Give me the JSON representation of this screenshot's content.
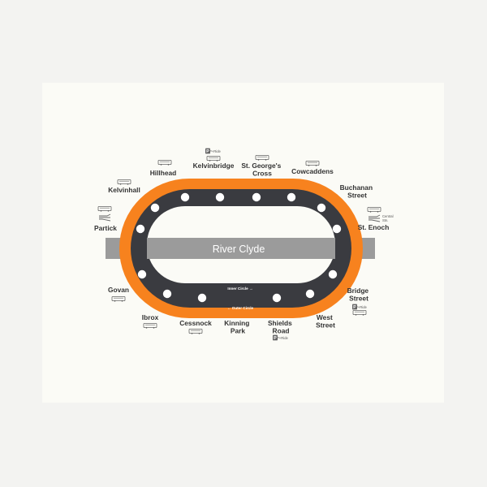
{
  "map": {
    "river_label": "River Clyde",
    "inner_circle_label": "Inner Circle →",
    "outer_circle_label": "← Outer Circle",
    "park_ride_label": "P+Ride",
    "central_label": "Central",
    "central_stn_label": "Stn.",
    "colors": {
      "outer_circle": "#f7821e",
      "inner_circle": "#3a3b40",
      "river": "#9b9b9b",
      "station_dot": "#ffffff",
      "background": "#fbfbf6"
    }
  },
  "stations": [
    {
      "id": "hillhead",
      "lines": [
        "Hillhead"
      ],
      "icons": [
        "bus-icon"
      ]
    },
    {
      "id": "kelvinbridge",
      "lines": [
        "Kelvinbridge"
      ],
      "icons": [
        "park-ride-icon",
        "bus-icon"
      ]
    },
    {
      "id": "st-georges-cross",
      "lines": [
        "St. George's",
        "Cross"
      ],
      "icons": [
        "bus-icon"
      ]
    },
    {
      "id": "cowcaddens",
      "lines": [
        "Cowcaddens"
      ],
      "icons": [
        "bus-icon"
      ]
    },
    {
      "id": "buchanan-street",
      "lines": [
        "Buchanan",
        "Street"
      ],
      "icons": [
        "bus-icon"
      ]
    },
    {
      "id": "st-enoch",
      "lines": [
        "St. Enoch"
      ],
      "icons": [
        "rail-icon",
        "bus-icon"
      ]
    },
    {
      "id": "bridge-street",
      "lines": [
        "Bridge",
        "Street"
      ],
      "icons": [
        "park-ride-icon",
        "bus-icon"
      ]
    },
    {
      "id": "west-street",
      "lines": [
        "West",
        "Street"
      ],
      "icons": []
    },
    {
      "id": "shields-road",
      "lines": [
        "Shields",
        "Road"
      ],
      "icons": [
        "park-ride-icon"
      ]
    },
    {
      "id": "kinning-park",
      "lines": [
        "Kinning",
        "Park"
      ],
      "icons": []
    },
    {
      "id": "cessnock",
      "lines": [
        "Cessnock"
      ],
      "icons": [
        "bus-icon"
      ]
    },
    {
      "id": "ibrox",
      "lines": [
        "Ibrox"
      ],
      "icons": [
        "bus-icon"
      ]
    },
    {
      "id": "govan",
      "lines": [
        "Govan"
      ],
      "icons": [
        "bus-icon"
      ]
    },
    {
      "id": "partick",
      "lines": [
        "Partick"
      ],
      "icons": [
        "bus-icon",
        "rail-icon"
      ]
    },
    {
      "id": "kelvinhall",
      "lines": [
        "Kelvinhall"
      ],
      "icons": [
        "bus-icon"
      ]
    }
  ]
}
